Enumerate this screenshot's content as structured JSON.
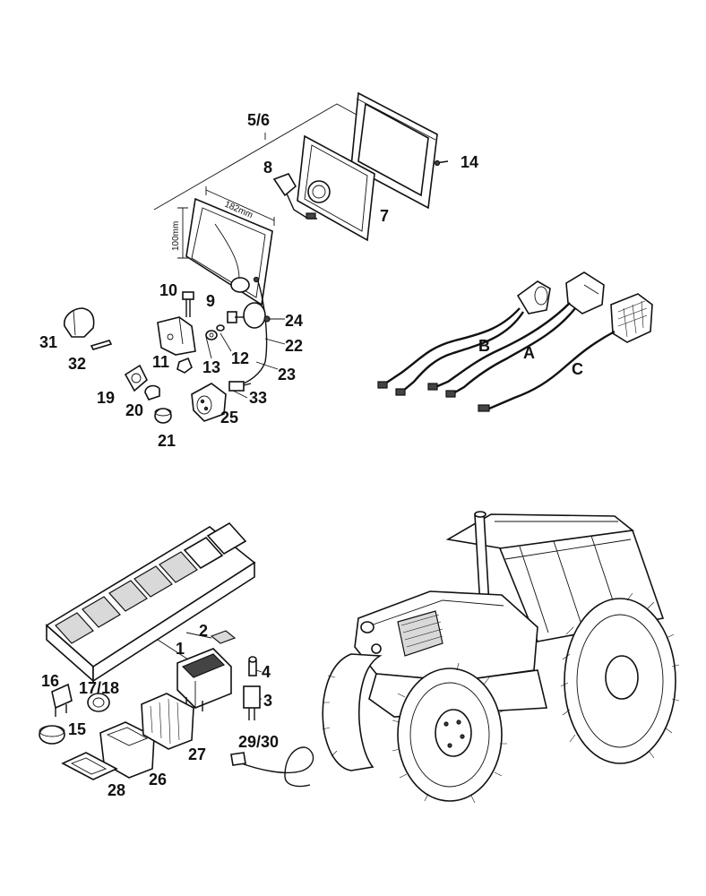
{
  "labels": {
    "l5_6": "5/6",
    "l14": "14",
    "l8": "8",
    "l7": "7",
    "l10": "10",
    "l9": "9",
    "l24": "24",
    "l22": "22",
    "l23": "23",
    "l12": "12",
    "l13": "13",
    "l11": "11",
    "l31": "31",
    "l32": "32",
    "l19": "19",
    "l20": "20",
    "l21": "21",
    "l25": "25",
    "l33": "33",
    "lA": "A",
    "lB": "B",
    "lC": "C",
    "l2": "2",
    "l1": "1",
    "l4": "4",
    "l3": "3",
    "l16": "16",
    "l17_18": "17/18",
    "l15": "15",
    "l26": "26",
    "l27": "27",
    "l28": "28",
    "l29_30": "29/30"
  },
  "dimensions": {
    "width": "182mm",
    "height": "100mm"
  }
}
